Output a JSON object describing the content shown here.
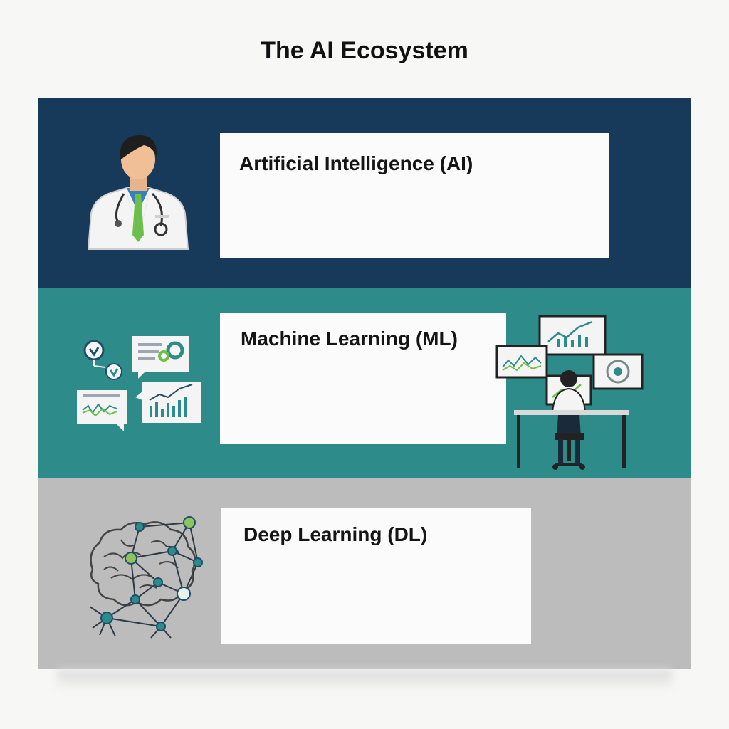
{
  "title": "The AI Ecosystem",
  "layers": [
    {
      "label": "Artificial Intelligence (AI)",
      "icon": "doctor-icon",
      "color": "#173a5b"
    },
    {
      "label": "Machine Learning (ML)",
      "icon": "analytics-icon",
      "color": "#2d8c89"
    },
    {
      "label": "Deep Learning (DL)",
      "icon": "neural-brain-icon",
      "color": "#bcbcbc"
    }
  ]
}
